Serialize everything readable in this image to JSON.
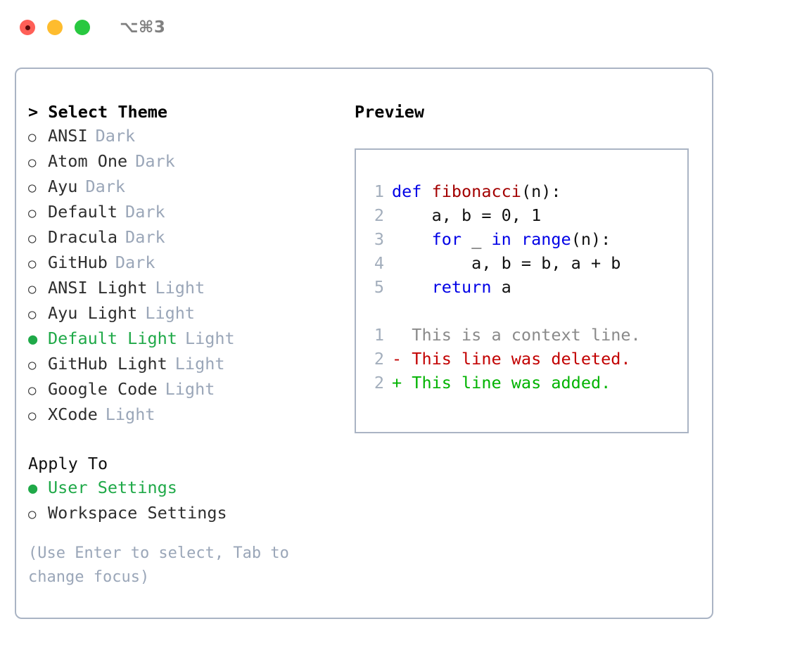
{
  "titlebar": {
    "shortcut": "⌥⌘3",
    "buttons": [
      {
        "name": "close",
        "color": "#ff5f57"
      },
      {
        "name": "minimize",
        "color": "#febc2e"
      },
      {
        "name": "maximize",
        "color": "#28c840"
      }
    ]
  },
  "theme_section": {
    "header": "> Select Theme",
    "options": [
      {
        "marker": "○",
        "name": "ANSI",
        "badge": "Dark",
        "selected": false
      },
      {
        "marker": "○",
        "name": "Atom One",
        "badge": "Dark",
        "selected": false
      },
      {
        "marker": "○",
        "name": "Ayu",
        "badge": "Dark",
        "selected": false
      },
      {
        "marker": "○",
        "name": "Default",
        "badge": "Dark",
        "selected": false
      },
      {
        "marker": "○",
        "name": "Dracula",
        "badge": "Dark",
        "selected": false
      },
      {
        "marker": "○",
        "name": "GitHub",
        "badge": "Dark",
        "selected": false
      },
      {
        "marker": "○",
        "name": "ANSI Light",
        "badge": "Light",
        "selected": false
      },
      {
        "marker": "○",
        "name": "Ayu Light",
        "badge": "Light",
        "selected": false
      },
      {
        "marker": "●",
        "name": "Default Light",
        "badge": "Light",
        "selected": true
      },
      {
        "marker": "○",
        "name": "GitHub Light",
        "badge": "Light",
        "selected": false
      },
      {
        "marker": "○",
        "name": "Google Code",
        "badge": "Light",
        "selected": false
      },
      {
        "marker": "○",
        "name": "XCode",
        "badge": "Light",
        "selected": false
      }
    ]
  },
  "apply_section": {
    "header": "Apply To",
    "options": [
      {
        "marker": "●",
        "name": "User Settings",
        "selected": true
      },
      {
        "marker": "○",
        "name": "Workspace Settings",
        "selected": false
      }
    ]
  },
  "hint": "(Use Enter to select, Tab to change focus)",
  "preview": {
    "header": "Preview",
    "code_lines": [
      {
        "num": "1",
        "tokens": [
          {
            "t": "def ",
            "c": "kw"
          },
          {
            "t": "fibonacci",
            "c": "fn"
          },
          {
            "t": "(n):",
            "c": "plain"
          }
        ]
      },
      {
        "num": "2",
        "tokens": [
          {
            "t": "    a, b = 0, 1",
            "c": "plain"
          }
        ]
      },
      {
        "num": "3",
        "tokens": [
          {
            "t": "    ",
            "c": "plain"
          },
          {
            "t": "for",
            "c": "kw"
          },
          {
            "t": " _ ",
            "c": "plain"
          },
          {
            "t": "in",
            "c": "kw"
          },
          {
            "t": " ",
            "c": "plain"
          },
          {
            "t": "range",
            "c": "kw"
          },
          {
            "t": "(n):",
            "c": "plain"
          }
        ]
      },
      {
        "num": "4",
        "tokens": [
          {
            "t": "        a, b = b, a + b",
            "c": "plain"
          }
        ]
      },
      {
        "num": "5",
        "tokens": [
          {
            "t": "    ",
            "c": "plain"
          },
          {
            "t": "return",
            "c": "kw"
          },
          {
            "t": " a",
            "c": "plain"
          }
        ]
      }
    ],
    "diff_lines": [
      {
        "num": "1",
        "tokens": [
          {
            "t": "  This is a context line.",
            "c": "ctx"
          }
        ]
      },
      {
        "num": "2",
        "tokens": [
          {
            "t": "- This line was deleted.",
            "c": "del"
          }
        ]
      },
      {
        "num": "2",
        "tokens": [
          {
            "t": "+ This line was added.",
            "c": "add"
          }
        ]
      }
    ]
  },
  "colors": {
    "accent_green": "#1fa948",
    "border": "#aab4c4",
    "muted": "#9aa6b8",
    "keyword": "#0000e6",
    "function": "#a30000",
    "added": "#00b300",
    "deleted": "#c20000"
  }
}
